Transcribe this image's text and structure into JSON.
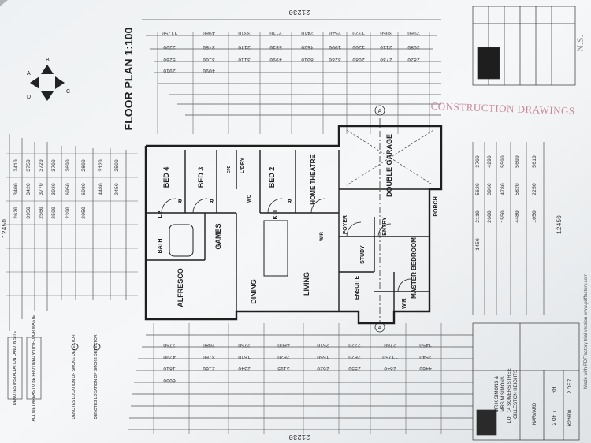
{
  "drawing": {
    "title": "FLOOR PLAN 1:100",
    "stamp": "CONSTRUCTION DRAWINGS",
    "overall_dims": [
      "21230",
      "21230",
      "12450",
      "12450"
    ],
    "dims_top": [
      "11750",
      "4960",
      "3310",
      "2110",
      "2410",
      "2540",
      "1320",
      "3050",
      "2960",
      "2200",
      "3450",
      "2140",
      "5510",
      "4620",
      "1900",
      "1200",
      "2110",
      "3080",
      "5260",
      "3100",
      "3110",
      "4990",
      "8010",
      "3280",
      "2080",
      "2730",
      "2820",
      "2910",
      "4090"
    ],
    "dims_bottom": [
      "2760",
      "2080",
      "2750",
      "4600",
      "2510",
      "2220",
      "2760",
      "1450",
      "4290",
      "3760",
      "1610",
      "2620",
      "1550",
      "2620",
      "11750",
      "2540",
      "1810",
      "2160",
      "2340",
      "3195",
      "2620",
      "2550",
      "2840",
      "4460",
      "6000"
    ],
    "dims_left": [
      "2410",
      "3750",
      "3720",
      "3700",
      "2690",
      "2800",
      "3120",
      "2590",
      "3400",
      "3420",
      "3770",
      "3920",
      "6950",
      "6980",
      "4480",
      "2450",
      "2620",
      "3950",
      "2560",
      "2590",
      "2390",
      "2950"
    ],
    "dims_right": [
      "3700",
      "4290",
      "5590",
      "5600",
      "5610",
      "5620",
      "3960",
      "4780",
      "5820",
      "2250",
      "2110",
      "2600",
      "1550",
      "4480",
      "1050",
      "1450"
    ],
    "rooms": [
      {
        "name": "BED 4"
      },
      {
        "name": "BED 3"
      },
      {
        "name": "BED 2"
      },
      {
        "name": "HOME THEATRE"
      },
      {
        "name": "DOUBLE GARAGE"
      },
      {
        "name": "GAMES"
      },
      {
        "name": "KIT"
      },
      {
        "name": "BATH"
      },
      {
        "name": "ALFRESCO"
      },
      {
        "name": "DINING"
      },
      {
        "name": "LIVING"
      },
      {
        "name": "FOYER"
      },
      {
        "name": "ENTRY"
      },
      {
        "name": "STUDY"
      },
      {
        "name": "MASTER BEDROOM"
      },
      {
        "name": "ENSUITE"
      },
      {
        "name": "PORCH"
      },
      {
        "name": "WIR"
      },
      {
        "name": "WIR"
      },
      {
        "name": "L'DRY"
      },
      {
        "name": "LP"
      },
      {
        "name": "R"
      },
      {
        "name": "R"
      },
      {
        "name": "R"
      },
      {
        "name": "WC"
      },
      {
        "name": "CPD"
      }
    ],
    "notes": [
      "DENOTES INSTALLATION LAND IN SITE",
      "ALL WET AREAS TO BE PROVIDED WITH FLOOR WASTE",
      "DENOTES LOCATION OF SMOKE DETECTOR",
      "DENOTES LOCATION OF SMOKE DETECTOR"
    ],
    "compass": [
      "A",
      "B",
      "C",
      "D"
    ],
    "section_markers": [
      "A",
      "A"
    ],
    "title_block": {
      "project_lines": [
        "MR K SIMONS &",
        "MRS M SIMONS",
        "LOT 14 SOMERS STREET",
        "GILLESTON HEIGHTS"
      ],
      "drawn": "HARVARD",
      "checked": "RH",
      "job": "K22600",
      "sheet": "2 OF 7",
      "sheet_alt": "2 OF 7"
    },
    "corner_note": "N.S.",
    "watermark": "Made with PDFfactory trial version www.pdffactory.com"
  }
}
